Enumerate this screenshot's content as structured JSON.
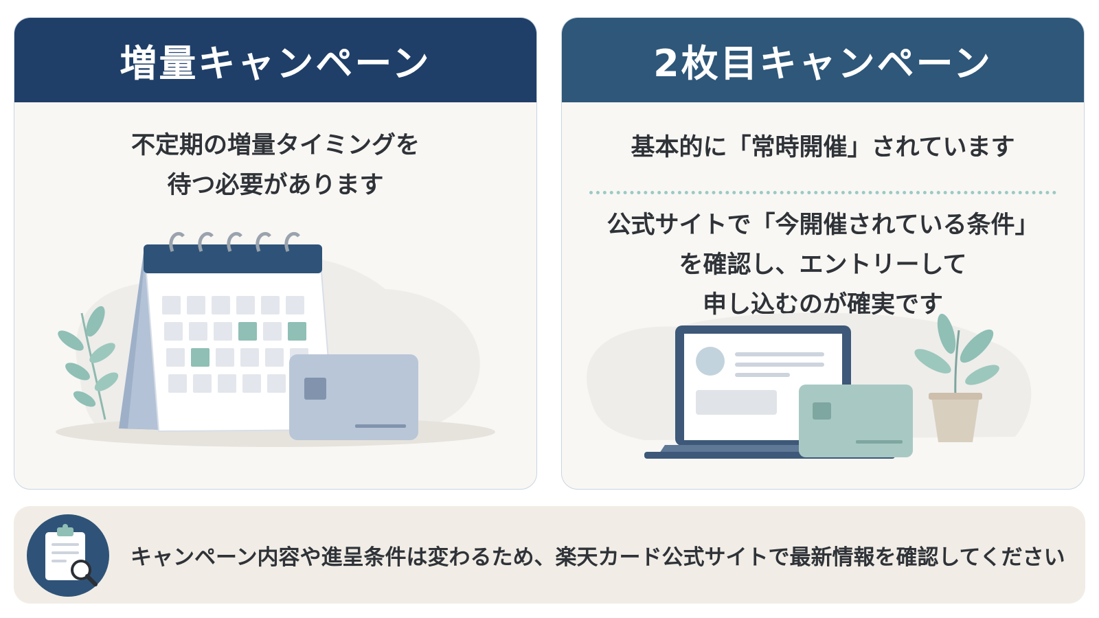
{
  "left_panel": {
    "title": "増量キャンペーン",
    "text_lines": [
      "不定期の増量タイミングを",
      "待つ必要があります"
    ],
    "illustration_icons": [
      "calendar-icon",
      "credit-card-icon",
      "leaf-plant-icon"
    ]
  },
  "right_panel": {
    "title": "2枚目キャンペーン",
    "line1": "基本的に「常時開催」されています",
    "text_lines": [
      "公式サイトで「今開催されている条件」",
      "を確認し、エントリーして",
      "申し込むのが確実です"
    ],
    "illustration_icons": [
      "laptop-icon",
      "credit-card-icon",
      "potted-plant-icon"
    ]
  },
  "footer": {
    "icon": "clipboard-search-icon",
    "text": "キャンペーン内容や進呈条件は変わるため、楽天カード公式サイトで最新情報を確認してください"
  },
  "colors": {
    "left_header": "#1f3f68",
    "right_header": "#2e5779",
    "accent_green": "#8fbfb5",
    "card_blue": "#b9c6d8",
    "card_green": "#a8c9c3",
    "footer_bg": "#f1ede6"
  }
}
